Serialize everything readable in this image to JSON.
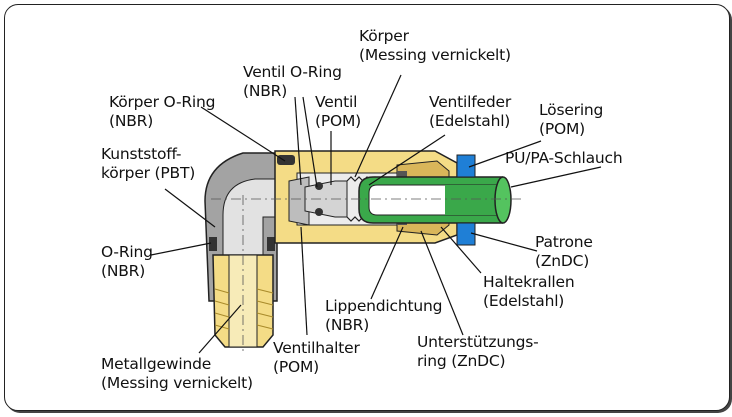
{
  "labels": {
    "koerper": "Körper\n(Messing vernickelt)",
    "ventil_oring": "Ventil O-Ring\n(NBR)",
    "ventil": "Ventil\n(POM)",
    "ventilfeder": "Ventilfeder\n(Edelstahl)",
    "loesering": "Lösering\n(POM)",
    "koerper_oring": "Körper O-Ring\n(NBR)",
    "kunststoff": "Kunststoff-\nkörper (PBT)",
    "schlauch": "PU/PA-Schlauch",
    "oring": "O-Ring\n(NBR)",
    "patrone": "Patrone\n(ZnDC)",
    "haltekrallen": "Haltekrallen\n(Edelstahl)",
    "lippendichtung": "Lippendichtung\n(NBR)",
    "unterstuetzung": "Unterstützungs-\nring (ZnDC)",
    "metallgewinde": "Metallgewinde\n(Messing vernickelt)",
    "ventilhalter": "Ventilhalter\n(POM)"
  },
  "colors": {
    "brass": "#f4dc86",
    "grey_body": "#a3a3a3",
    "green_tube": "#3aa84a",
    "blue_ring": "#1f7fd6",
    "dark_seal": "#333333"
  }
}
